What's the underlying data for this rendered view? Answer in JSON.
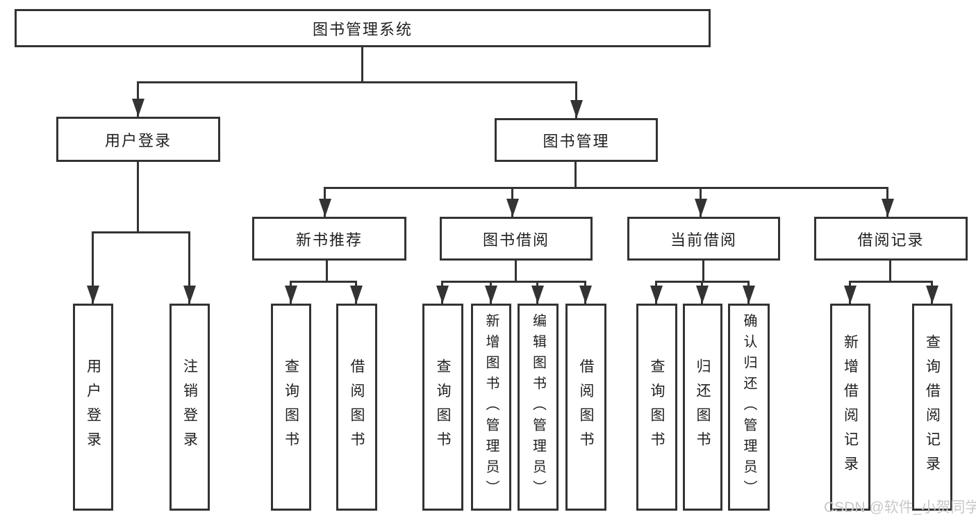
{
  "colors": {
    "background": "#ffffff",
    "line": "#333333",
    "box_border": "#333333",
    "box_fill": "#ffffff",
    "text": "#1f1f1f",
    "watermark": "#c8c8c8"
  },
  "watermark": {
    "text": "CSDN @软件_小贺同学"
  },
  "nodes": {
    "root": {
      "label": "图书管理系统"
    },
    "branches": [
      {
        "label": "用户登录",
        "children": [
          {
            "label": "用户登录"
          },
          {
            "label": "注销登录"
          }
        ]
      },
      {
        "label": "图书管理",
        "children": [
          {
            "label": "新书推荐",
            "children": [
              {
                "label": "查询图书"
              },
              {
                "label": "借阅图书"
              }
            ]
          },
          {
            "label": "图书借阅",
            "children": [
              {
                "label": "查询图书"
              },
              {
                "label": "新增图书（管理员）"
              },
              {
                "label": "编辑图书（管理员）"
              },
              {
                "label": "借阅图书"
              }
            ]
          },
          {
            "label": "当前借阅",
            "children": [
              {
                "label": "查询图书"
              },
              {
                "label": "归还图书"
              },
              {
                "label": "确认归还（管理员）"
              }
            ]
          },
          {
            "label": "借阅记录",
            "children": [
              {
                "label": "新增借阅记录"
              },
              {
                "label": "查询借阅记录"
              }
            ]
          }
        ]
      }
    ]
  }
}
